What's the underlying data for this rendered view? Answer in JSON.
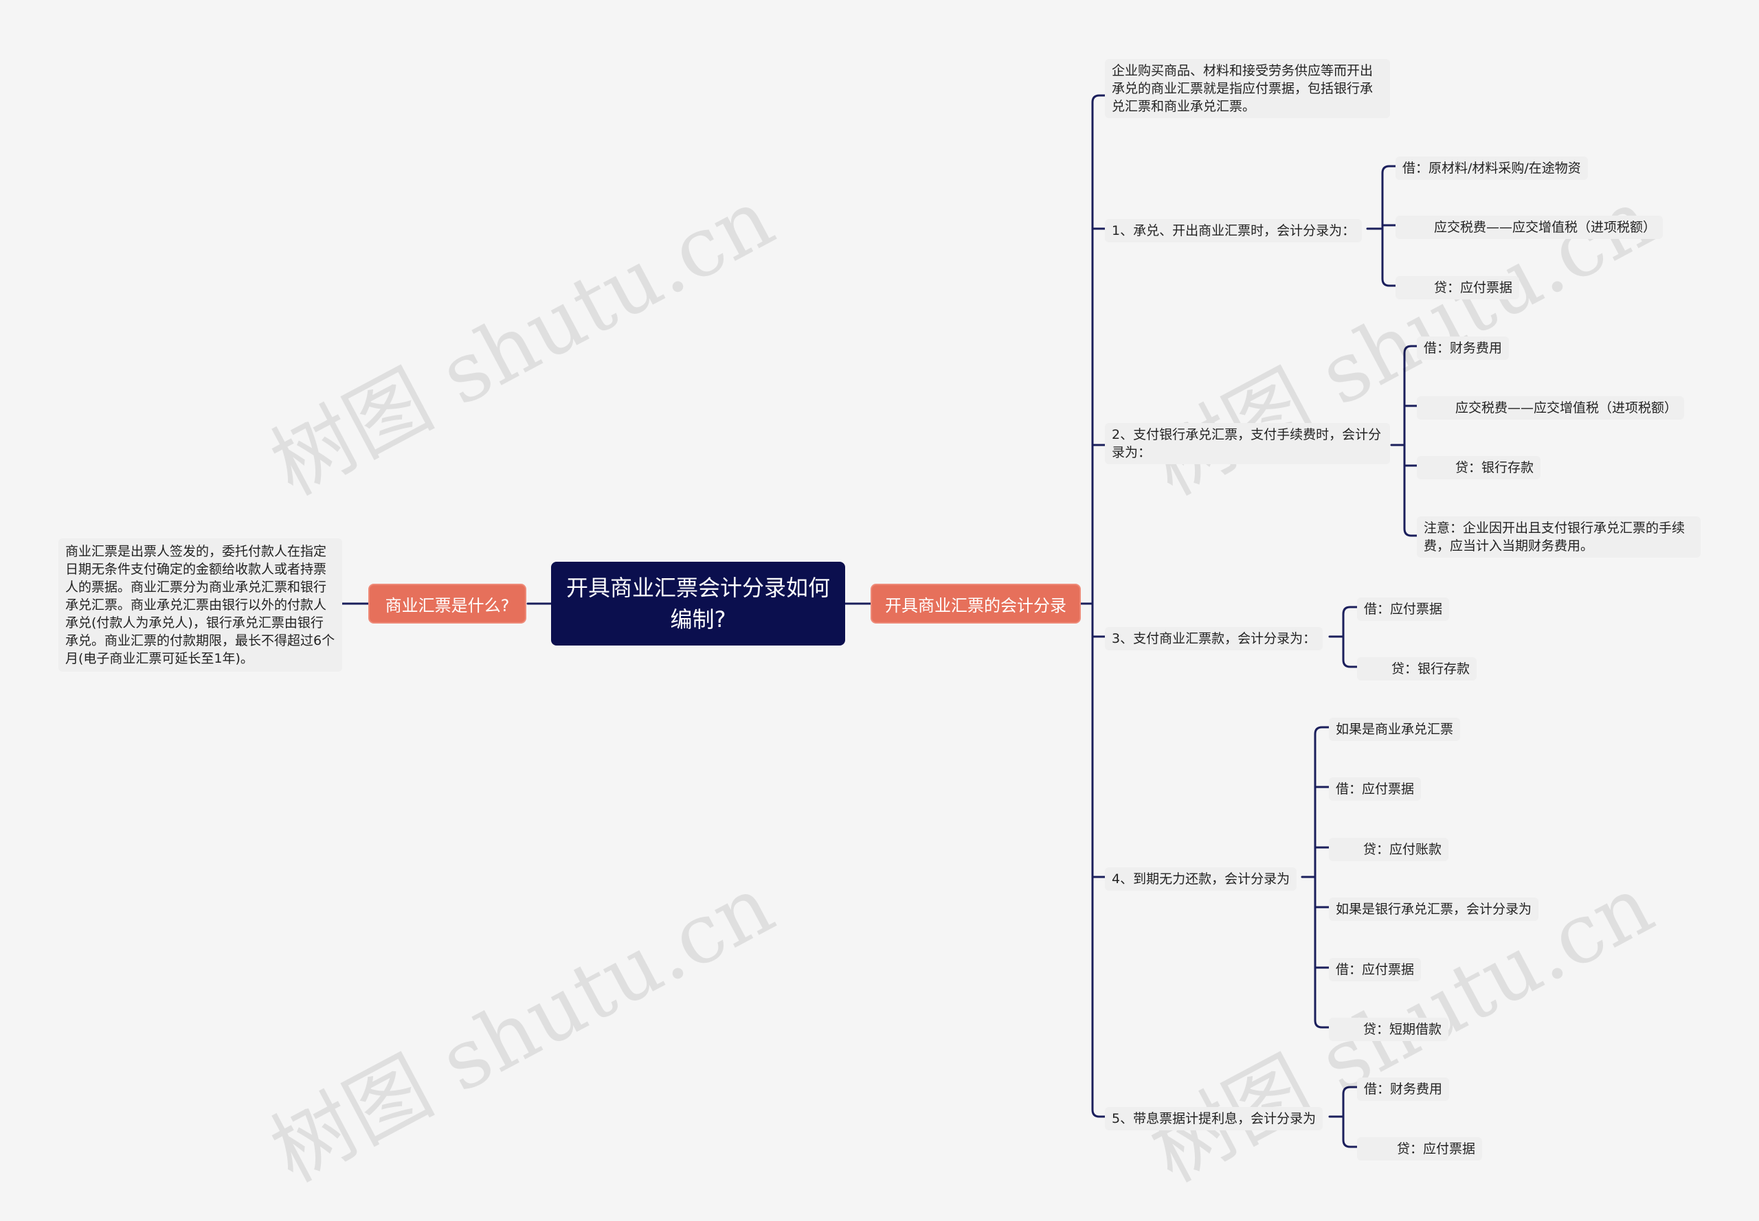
{
  "root": {
    "title": "开具商业汇票会计分录如何编制?"
  },
  "left_branch": {
    "label": "商业汇票是什么?",
    "text": "商业汇票是出票人签发的，委托付款人在指定日期无条件支付确定的金额给收款人或者持票人的票据。商业汇票分为商业承兑汇票和银行承兑汇票。商业承兑汇票由银行以外的付款人承兑(付款人为承兑人)，银行承兑汇票由银行承兑。商业汇票的付款期限，最长不得超过6个月(电子商业汇票可延长至1年)。"
  },
  "right_branch": {
    "label": "开具商业汇票的会计分录",
    "intro": "企业购买商品、材料和接受劳务供应等而开出承兑的商业汇票就是指应付票据，包括银行承兑汇票和商业承兑汇票。",
    "items": [
      {
        "label": "1、承兑、开出商业汇票时，会计分录为：",
        "children": [
          "借：原材料/材料采购/在途物资",
          "应交税费——应交增值税（进项税额）",
          "贷：应付票据"
        ]
      },
      {
        "label": "2、支付银行承兑汇票，支付手续费时，会计分录为：",
        "children": [
          "借：财务费用",
          "应交税费——应交增值税（进项税额）",
          "贷：银行存款",
          "注意：企业因开出且支付银行承兑汇票的手续费，应当计入当期财务费用。"
        ]
      },
      {
        "label": "3、支付商业汇票款，会计分录为：",
        "children": [
          "借：应付票据",
          "贷：银行存款"
        ]
      },
      {
        "label": "4、到期无力还款，会计分录为",
        "children": [
          "如果是商业承兑汇票",
          "借：应付票据",
          "贷：应付账款",
          "如果是银行承兑汇票，会计分录为",
          "借：应付票据",
          "贷：短期借款"
        ]
      },
      {
        "label": "5、带息票据计提利息，会计分录为",
        "children": [
          "借：财务费用",
          "贷：应付票据"
        ]
      }
    ]
  },
  "watermark": "树图 shutu.cn",
  "colors": {
    "root": "#0b0f4e",
    "branch": "#e6705b",
    "leaf": "#efefef",
    "line": "#1b1f5c",
    "background": "#f5f5f5"
  }
}
